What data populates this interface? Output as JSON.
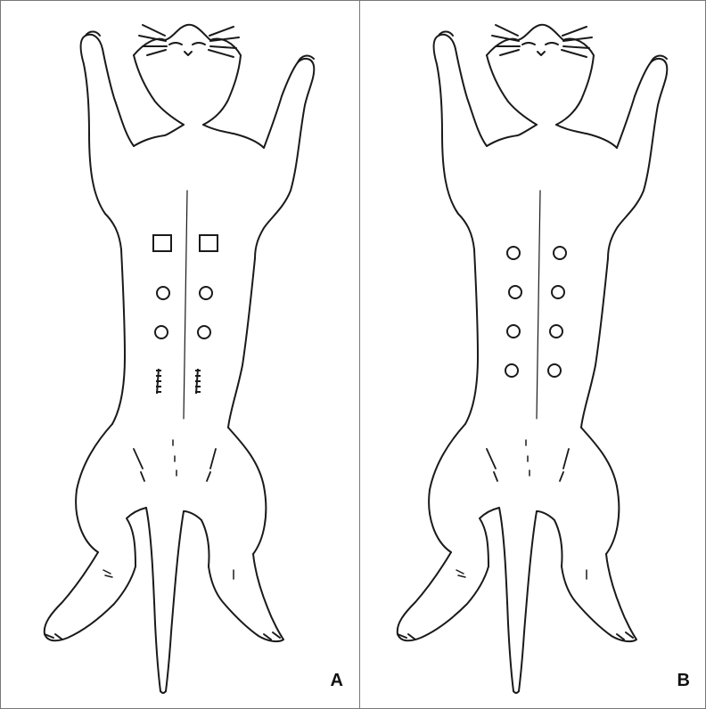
{
  "figure": {
    "panels": [
      {
        "label": "A",
        "markers": [
          {
            "shape": "square",
            "side": "left"
          },
          {
            "shape": "square",
            "side": "right"
          },
          {
            "shape": "circle",
            "side": "left"
          },
          {
            "shape": "circle",
            "side": "right"
          },
          {
            "shape": "circle",
            "side": "left"
          },
          {
            "shape": "circle",
            "side": "right"
          },
          {
            "shape": "suture",
            "side": "left"
          },
          {
            "shape": "suture",
            "side": "right"
          }
        ]
      },
      {
        "label": "B",
        "markers": [
          {
            "shape": "circle",
            "side": "left"
          },
          {
            "shape": "circle",
            "side": "right"
          },
          {
            "shape": "circle",
            "side": "left"
          },
          {
            "shape": "circle",
            "side": "right"
          },
          {
            "shape": "circle",
            "side": "left"
          },
          {
            "shape": "circle",
            "side": "right"
          },
          {
            "shape": "circle",
            "side": "left"
          },
          {
            "shape": "circle",
            "side": "right"
          }
        ]
      }
    ],
    "colors": {
      "line": "#1a1a1a",
      "border": "#777777",
      "background": "#ffffff"
    }
  }
}
